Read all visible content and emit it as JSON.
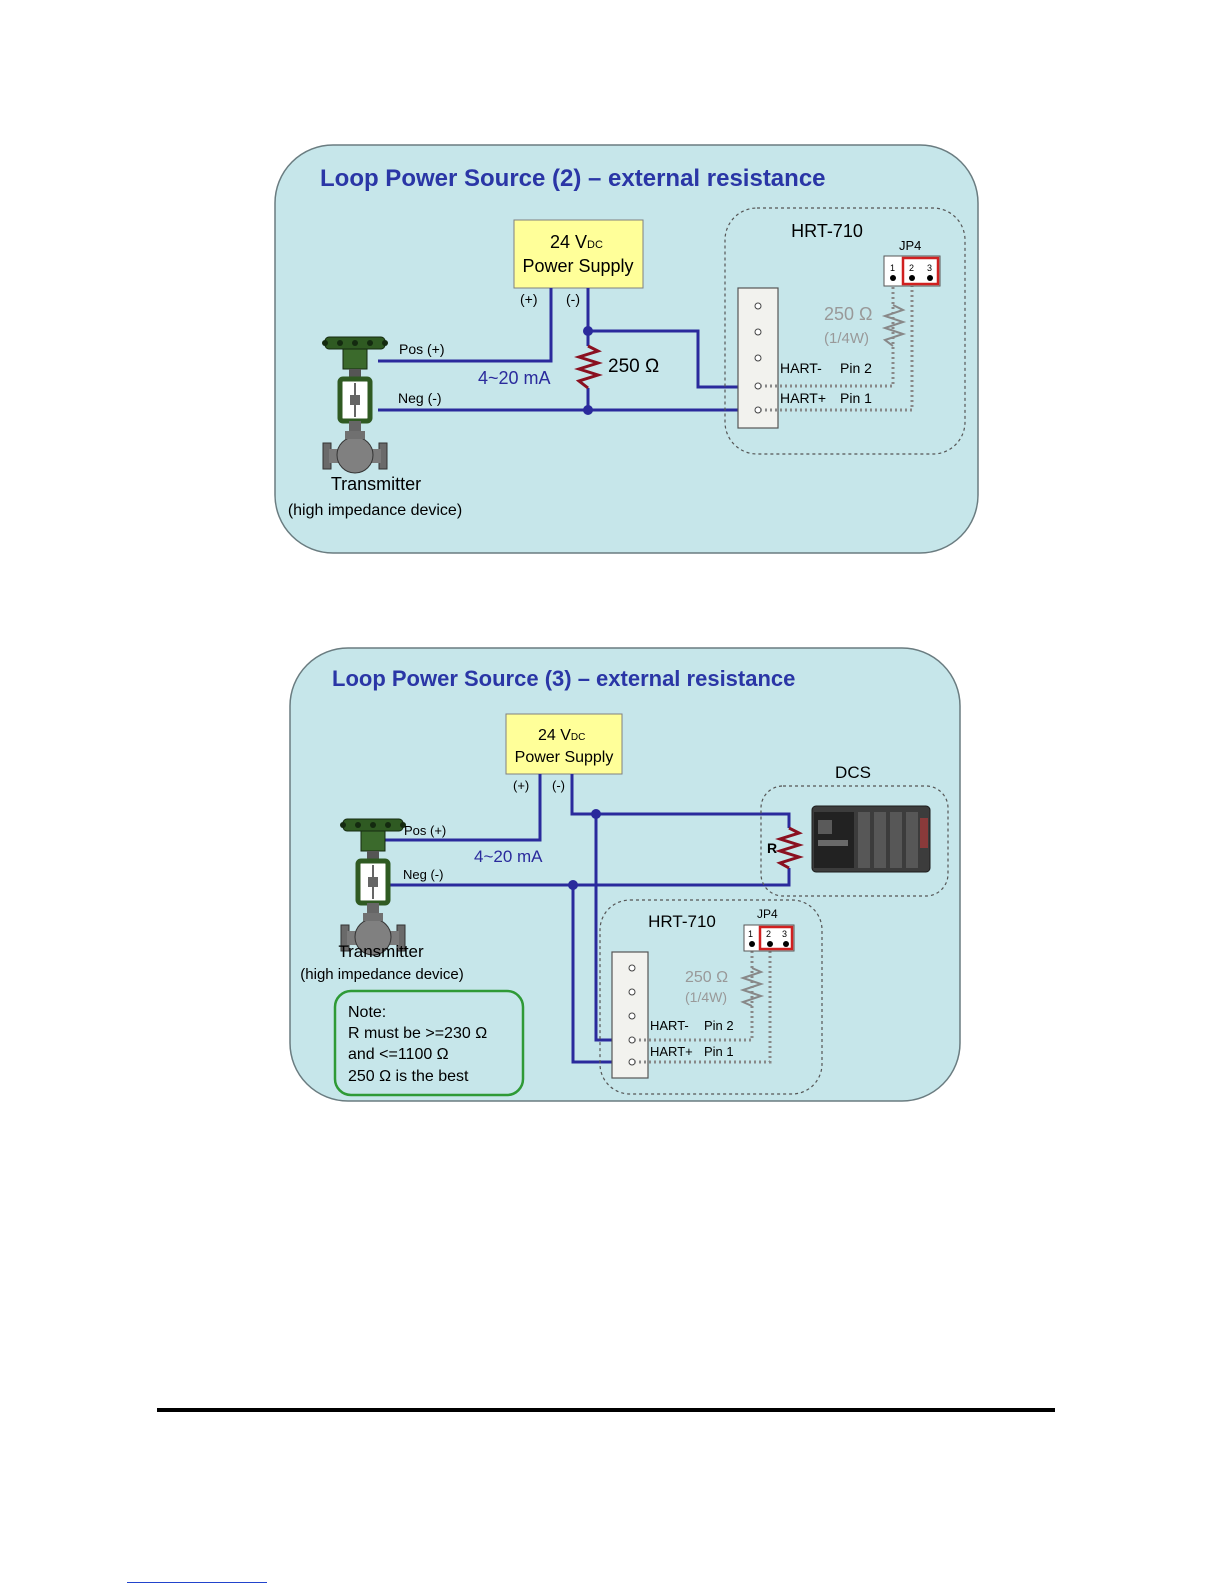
{
  "diagrams": [
    {
      "title": "Loop Power Source (2) – external resistance",
      "power_supply": {
        "voltage": "24 V",
        "voltage_sub": "DC",
        "label": "Power Supply",
        "plus": "(+)",
        "minus": "(-)"
      },
      "device": "HRT-710",
      "jumper": {
        "label": "JP4",
        "pins": [
          "1",
          "2",
          "3"
        ]
      },
      "internal_resistor": {
        "value": "250 Ω",
        "rating": "(1/4W)"
      },
      "external_resistor": "250 Ω",
      "terminals": {
        "hart_minus": "HART-",
        "pin2": "Pin 2",
        "hart_plus": "HART+",
        "pin1": "Pin 1"
      },
      "transmitter": {
        "pos": "Pos (+)",
        "neg": "Neg (-)",
        "name": "Transmitter",
        "desc": "(high impedance device)"
      },
      "current": "4~20 mA"
    },
    {
      "title": "Loop Power Source (3) – external resistance",
      "power_supply": {
        "voltage": "24 V",
        "voltage_sub": "DC",
        "label": "Power Supply",
        "plus": "(+)",
        "minus": "(-)"
      },
      "device": "HRT-710",
      "jumper": {
        "label": "JP4",
        "pins": [
          "1",
          "2",
          "3"
        ]
      },
      "internal_resistor": {
        "value": "250 Ω",
        "rating": "(1/4W)"
      },
      "dcs": {
        "label": "DCS",
        "resistor": "R"
      },
      "terminals": {
        "hart_minus": "HART-",
        "pin2": "Pin 2",
        "hart_plus": "HART+",
        "pin1": "Pin 1"
      },
      "transmitter": {
        "pos": "Pos (+)",
        "neg": "Neg (-)",
        "name": "Transmitter",
        "desc": "(high impedance device)"
      },
      "current": "4~20 mA",
      "note": [
        "Note:",
        "R must be >=230 Ω",
        "and <=1100 Ω",
        "250 Ω is the best"
      ]
    }
  ],
  "colors": {
    "panel": "#c6e6ea",
    "wire": "#2a2a9c",
    "title": "#2a36a6",
    "psu": "#ffff99",
    "resistor": "#8a1020",
    "note_border": "#2e9a36",
    "jumper_red": "#d02020"
  }
}
